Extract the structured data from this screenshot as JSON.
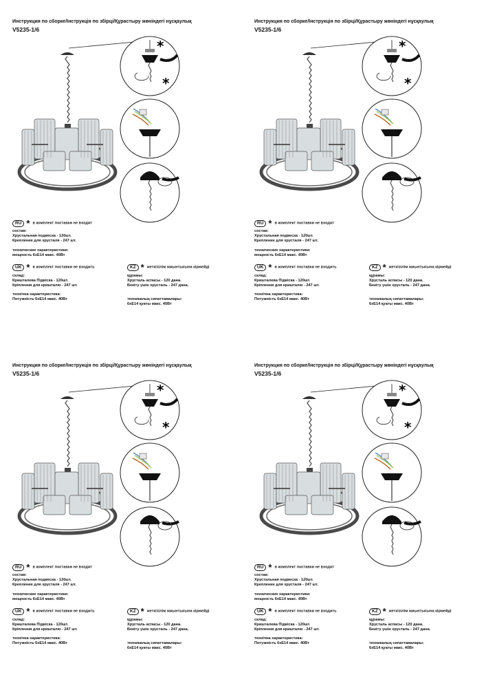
{
  "sheets": [
    {
      "title": "Инструкция по сборке/Інструкція по збірці/Құрастыру жөніндегі нұсқаулық",
      "model": "V5235-1/6",
      "ru": {
        "code": "RU",
        "note": "в комплект поставки не входит",
        "comp_h": "состав:",
        "comp_1": "Хрустальная подвеска - 120шт.",
        "comp_2": "Крепление для хрусталя - 247 шт.",
        "spec_h": "технические характеристики:",
        "spec_1": "мощность 6хЕ14 макс. 40Вт"
      },
      "uk": {
        "code": "UK",
        "note": "в комплект поставки не входить",
        "comp_h": "склад:",
        "comp_1": "Кришталева Підвіска - 120шт.",
        "comp_2": "Кріплення для кришталю - 247 шт.",
        "spec_h": "технічна характеристика:",
        "spec_1": "Потужність 6хЕ14 макс. 40Вт"
      },
      "kz": {
        "code": "KZ",
        "note": "жеткізілім жиынтығына кірмейді",
        "comp_h": "құрамы:",
        "comp_1": "Хрусталь аспасы - 120 дана.",
        "comp_2": "Бекіту үшін хрусталь - 247 дана.",
        "spec_h": "техникалық сипаттамалары:",
        "spec_1": "6хЕ14 қуаты макс. 40Вт"
      }
    },
    {
      "title": "Инструкция по сборке/Інструкція по збірці/Құрастыру жөніндегі нұсқаулық",
      "model": "V5235-1/6",
      "ru": {
        "code": "RU",
        "note": "в комплект поставки не входит",
        "comp_h": "состав:",
        "comp_1": "Хрустальная подвеска - 120шт.",
        "comp_2": "Крепление для хрусталя - 247 шт.",
        "spec_h": "технические характеристики:",
        "spec_1": "мощность 6хЕ14 макс. 40Вт"
      },
      "uk": {
        "code": "UK",
        "note": "в комплект поставки не входить",
        "comp_h": "склад:",
        "comp_1": "Кришталева Підвіска - 120шт.",
        "comp_2": "Кріплення для кришталю - 247 шт.",
        "spec_h": "технічна характеристика:",
        "spec_1": "Потужність 6хЕ14 макс. 40Вт"
      },
      "kz": {
        "code": "KZ",
        "note": "жеткізілім жиынтығына кірмейді",
        "comp_h": "құрамы:",
        "comp_1": "Хрусталь аспасы - 120 дана.",
        "comp_2": "Бекіту үшін хрусталь - 247 дана.",
        "spec_h": "техникалық сипаттамалары:",
        "spec_1": "6хЕ14 қуаты макс. 40Вт"
      }
    },
    {
      "title": "Инструкция по сборке/Інструкція по збірці/Құрастыру жөніндегі нұсқаулық",
      "model": "V5235-1/6",
      "ru": {
        "code": "RU",
        "note": "в комплект поставки не входит",
        "comp_h": "состав:",
        "comp_1": "Хрустальная подвеска - 120шт.",
        "comp_2": "Крепление для хрусталя - 247 шт.",
        "spec_h": "технические характеристики:",
        "spec_1": "мощность 6хЕ14 макс. 40Вт"
      },
      "uk": {
        "code": "UK",
        "note": "в комплект поставки не входить",
        "comp_h": "склад:",
        "comp_1": "Кришталева Підвіска - 120шт.",
        "comp_2": "Кріплення для кришталю - 247 шт.",
        "spec_h": "технічна характеристика:",
        "spec_1": "Потужність 6хЕ14 макс. 40Вт"
      },
      "kz": {
        "code": "KZ",
        "note": "жеткізілім жиынтығына кірмейді",
        "comp_h": "құрамы:",
        "comp_1": "Хрусталь аспасы - 120 дана.",
        "comp_2": "Бекіту үшін хрусталь - 247 дана.",
        "spec_h": "техникалық сипаттамалары:",
        "spec_1": "6хЕ14 қуаты макс. 40Вт"
      }
    },
    {
      "title": "Инструкция по сборке/Інструкція по збірці/Құрастыру жөніндегі нұсқаулық",
      "model": "V5235-1/6",
      "ru": {
        "code": "RU",
        "note": "в комплект поставки не входит",
        "comp_h": "состав:",
        "comp_1": "Хрустальная подвеска - 120шт.",
        "comp_2": "Крепление для хрусталя - 247 шт.",
        "spec_h": "технические характеристики:",
        "spec_1": "мощность 6хЕ14 макс. 40Вт"
      },
      "uk": {
        "code": "UK",
        "note": "в комплект поставки не входить",
        "comp_h": "склад:",
        "comp_1": "Кришталева Підвіска - 120шт.",
        "comp_2": "Кріплення для кришталю - 247 шт.",
        "spec_h": "технічна характеристика:",
        "spec_1": "Потужність 6хЕ14 макс. 40Вт"
      },
      "kz": {
        "code": "KZ",
        "note": "жеткізілім жиынтығына кірмейді",
        "comp_h": "құрамы:",
        "comp_1": "Хрусталь аспасы - 120 дана.",
        "comp_2": "Бекіту үшін хрусталь - 247 дана.",
        "spec_h": "техникалық сипаттамалары:",
        "spec_1": "6хЕ14 қуаты макс. 40Вт"
      }
    }
  ],
  "icons": {
    "not_included": "asterisk-icon",
    "rotate": "rotate-arrow-icon",
    "wiring": "wire-connector-icon"
  }
}
